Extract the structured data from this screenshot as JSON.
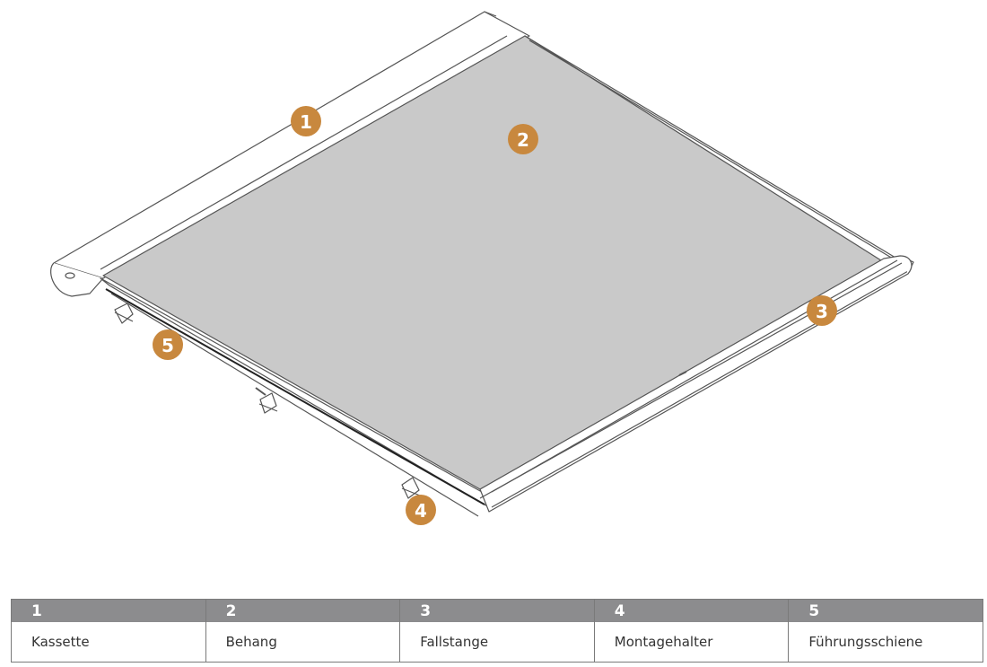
{
  "markers": [
    "1",
    "2",
    "3",
    "4",
    "5"
  ],
  "legend": [
    {
      "number": "1",
      "label": "Kassette"
    },
    {
      "number": "2",
      "label": "Behang"
    },
    {
      "number": "3",
      "label": "Fallstange"
    },
    {
      "number": "4",
      "label": "Montagehalter"
    },
    {
      "number": "5",
      "label": "Führungsschiene"
    }
  ],
  "colors": {
    "marker": "#c8883e",
    "fabric": "#c9c9c9",
    "legend_header": "#8c8c8e"
  }
}
